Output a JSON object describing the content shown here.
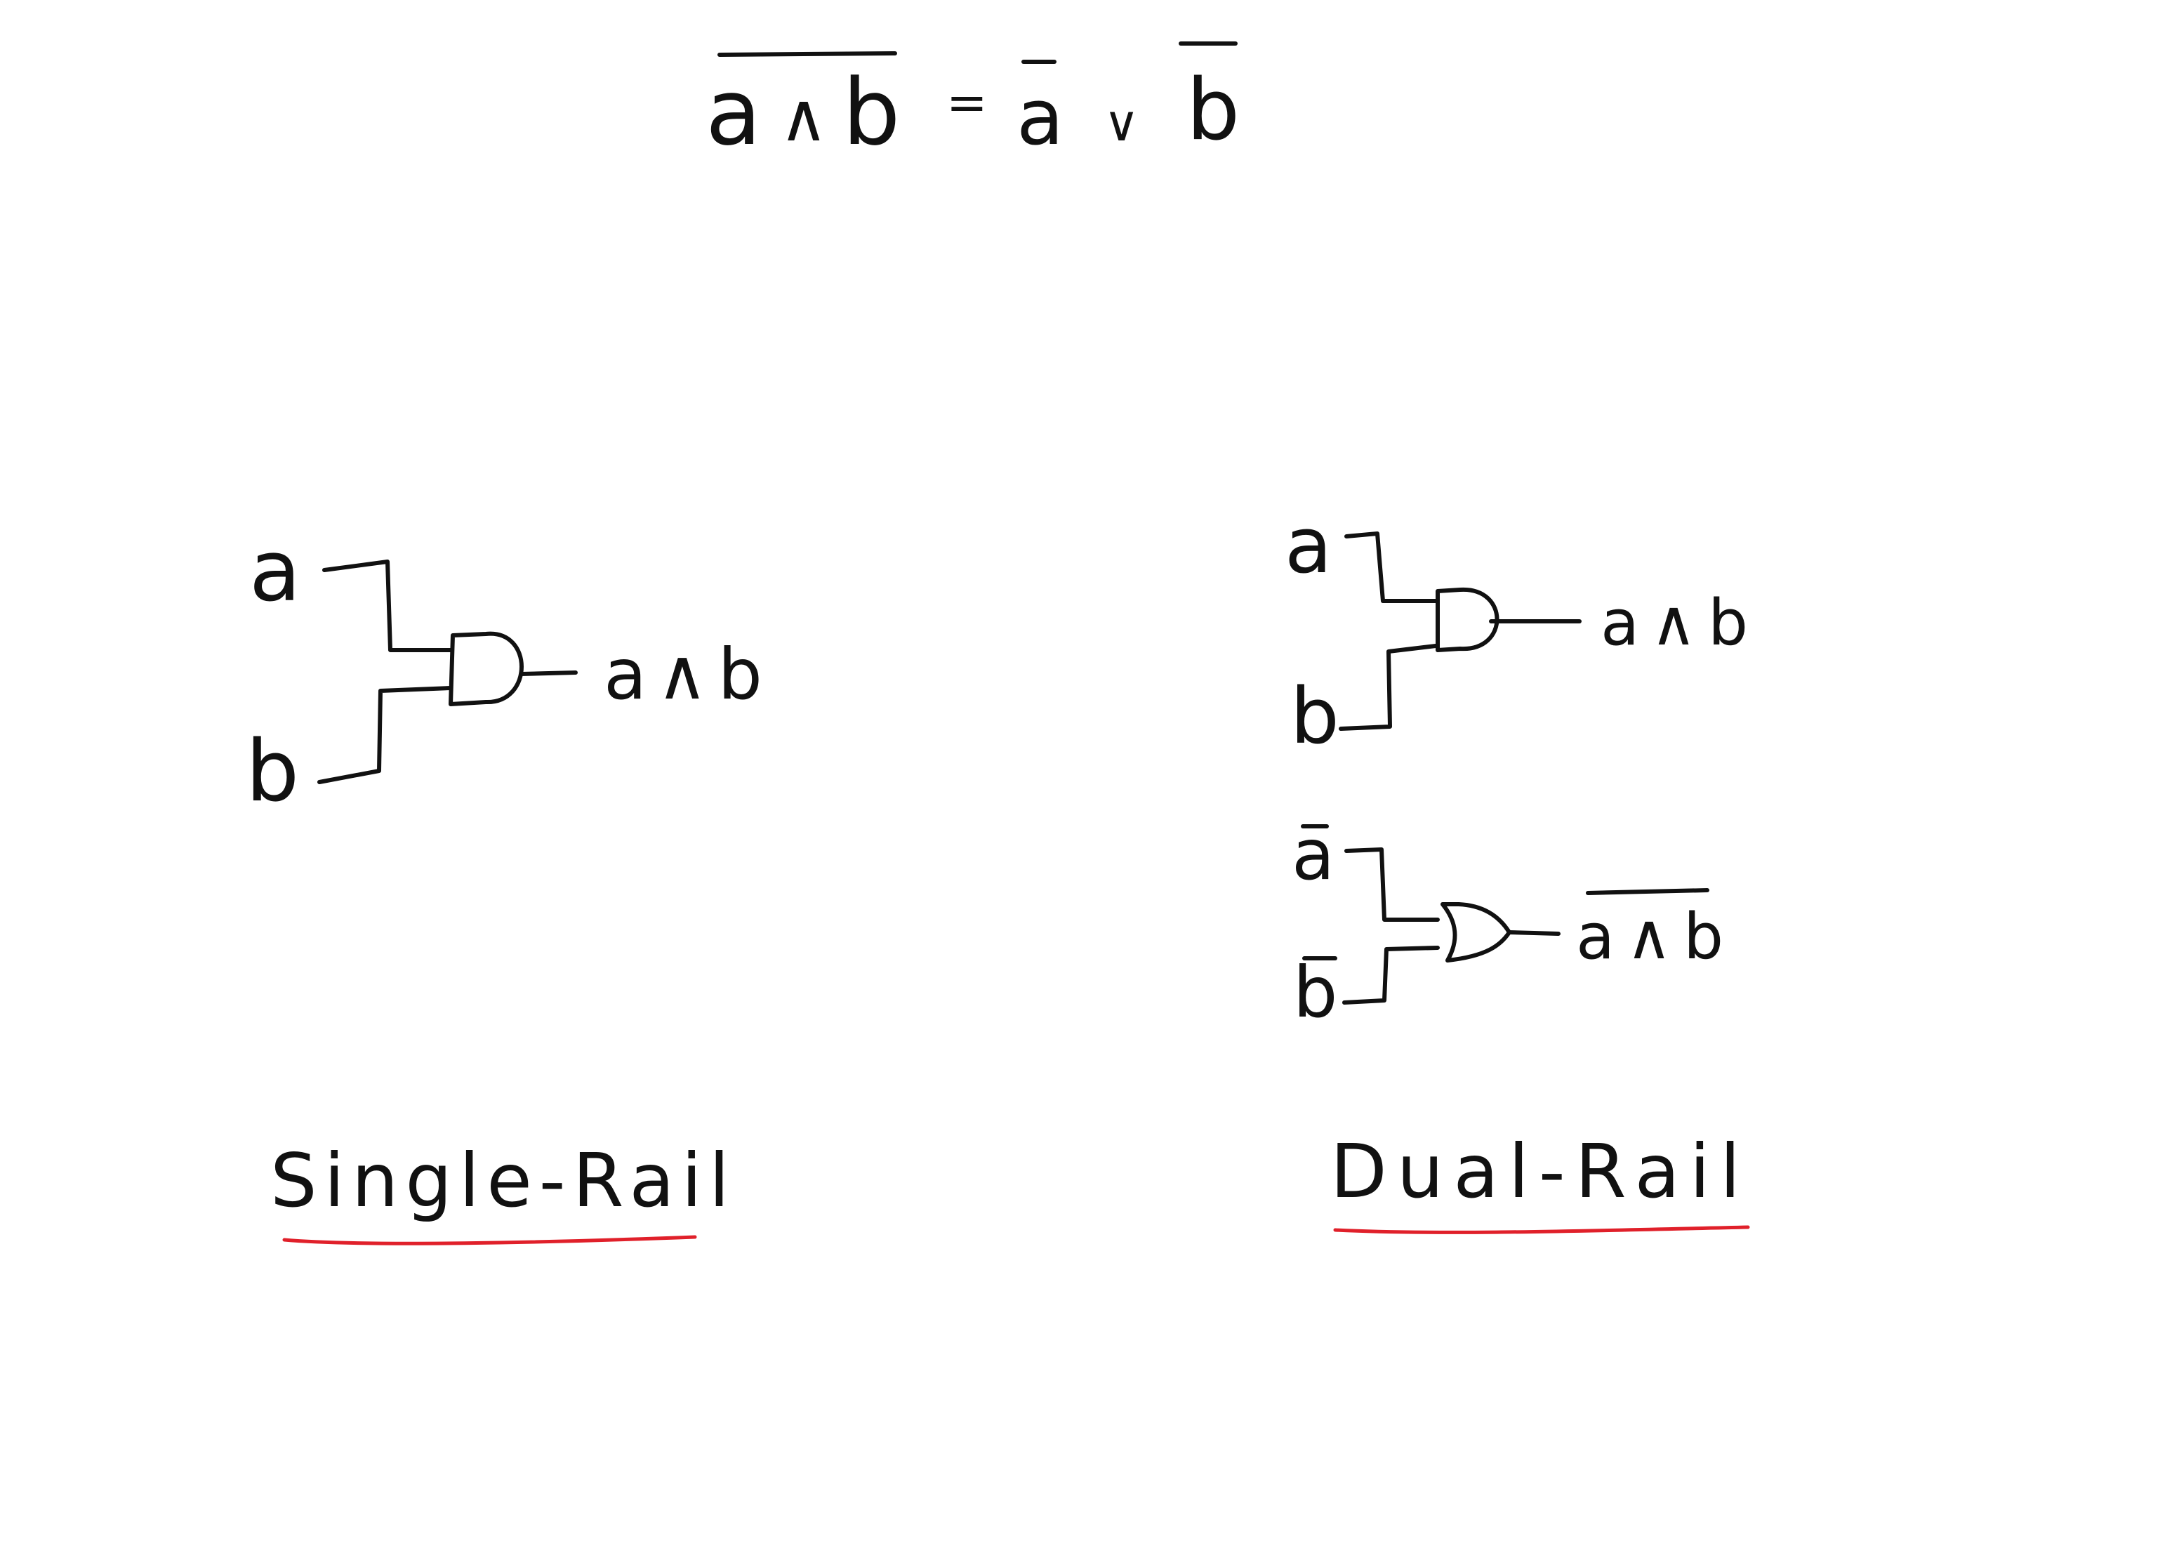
{
  "equation": {
    "lhs_a": "a",
    "lhs_op": "∧",
    "lhs_b": "b",
    "equals": "=",
    "rhs_a": "a",
    "rhs_op": "∨",
    "rhs_b": "b"
  },
  "single_rail": {
    "input_a": "a",
    "input_b": "b",
    "output": "a∧b",
    "title": "Single-Rail"
  },
  "dual_rail": {
    "top_gate": {
      "input_a": "a",
      "input_b": "b",
      "output": "a∧b"
    },
    "bottom_gate": {
      "input_a": "a",
      "input_b": "b",
      "output": "a∧b"
    },
    "title": "Dual-Rail"
  },
  "colors": {
    "ink": "#111111",
    "underline": "#e0202a"
  }
}
